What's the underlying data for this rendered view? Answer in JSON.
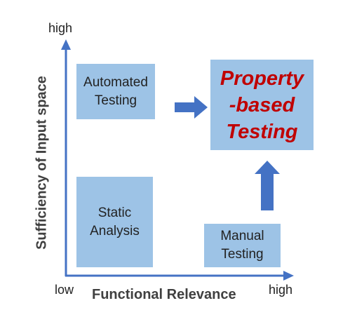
{
  "boxes": {
    "automated": {
      "label": "Automated\nTesting"
    },
    "static": {
      "label": "Static\nAnalysis"
    },
    "manual": {
      "label": "Manual\nTesting"
    },
    "property": {
      "label": "Property\n-based\nTesting"
    }
  },
  "axes": {
    "y_title": "Sufficiency  of  Input space",
    "x_title": "Functional Relevance",
    "y_high": "high",
    "x_low": "low",
    "x_high": "high"
  },
  "colors": {
    "box_fill": "#9dc3e6",
    "arrow": "#4472c4",
    "highlight_text": "#c00000"
  }
}
